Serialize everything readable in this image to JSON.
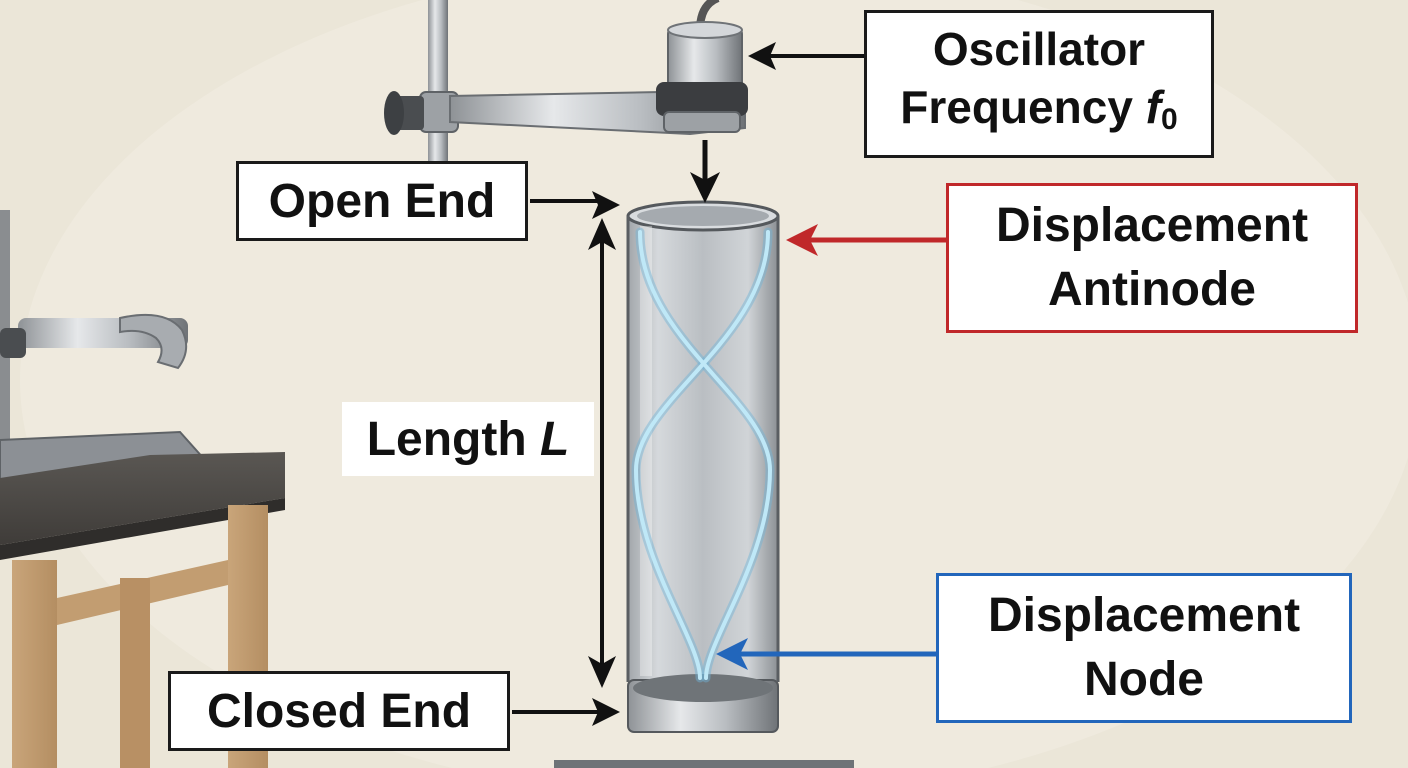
{
  "labels": {
    "oscillator": {
      "line1": "Oscillator",
      "line2_text": "Frequency ",
      "line2_var": "f",
      "line2_sub": "0"
    },
    "open_end": "Open End",
    "antinode": {
      "line1": "Displacement",
      "line2": "Antinode"
    },
    "length": {
      "text": "Length ",
      "var": "L"
    },
    "node": {
      "line1": "Displacement",
      "line2": "Node"
    },
    "closed_end": "Closed End"
  },
  "colors": {
    "antinode_border": "#c0282a",
    "node_border": "#2266bb",
    "wave": "#9fd8f0",
    "background": "#ebe6d8"
  }
}
